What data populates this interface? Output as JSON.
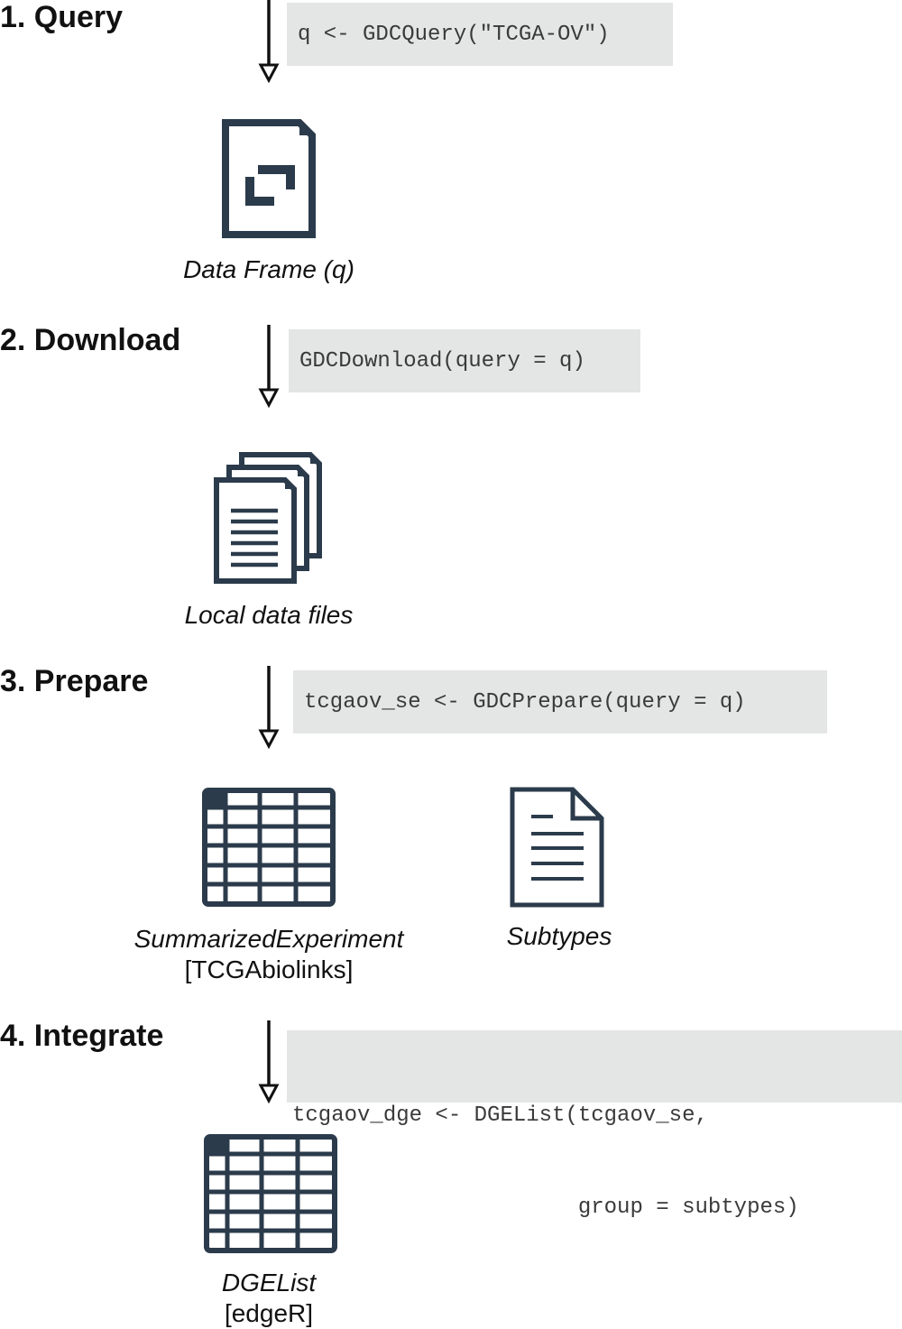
{
  "colors": {
    "icon": "#2b3b4b",
    "code_bg": "#e4e6e5",
    "arrow": "#111111"
  },
  "steps": [
    {
      "title": "1. Query",
      "code": [
        "q <- GDCQuery(\"TCGA-OV\")"
      ],
      "outputs": [
        {
          "icon": "document-frame-icon",
          "caption": "Data Frame (q)"
        }
      ]
    },
    {
      "title": "2. Download",
      "code": [
        "GDCDownload(query = q)"
      ],
      "outputs": [
        {
          "icon": "stacked-documents-icon",
          "caption": "Local data files"
        }
      ]
    },
    {
      "title": "3. Prepare",
      "code": [
        "tcgaov_se <- GDCPrepare(query = q)"
      ],
      "outputs": [
        {
          "icon": "table-grid-icon",
          "caption": "SummarizedExperiment",
          "subcaption": "[TCGAbiolinks]"
        },
        {
          "icon": "text-document-icon",
          "caption": "Subtypes"
        }
      ]
    },
    {
      "title": "4. Integrate",
      "code": [
        "tcgaov_dge <- DGEList(tcgaov_se,",
        "                      group = subtypes)"
      ],
      "outputs": [
        {
          "icon": "table-grid-icon",
          "caption": "DGEList",
          "subcaption": "[edgeR]"
        }
      ]
    }
  ]
}
